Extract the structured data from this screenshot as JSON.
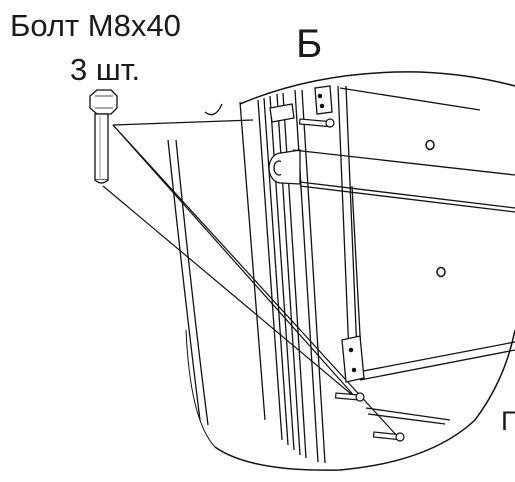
{
  "labels": {
    "bolt_name": "Болт М8х40",
    "bolt_quantity": "3 шт.",
    "detail_view": "Б",
    "edge_letter": "Г"
  }
}
